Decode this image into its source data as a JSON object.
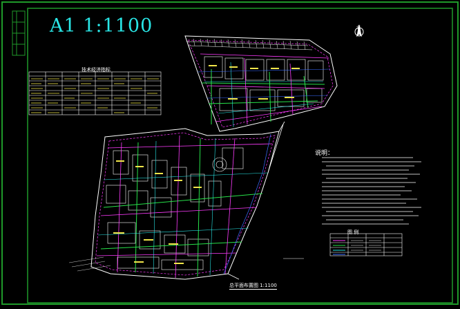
{
  "drawing": {
    "scale_title": "A1 1:1100",
    "table_title": "技术经济指标",
    "notes_title": "说明：",
    "legend_title": "图 例",
    "plan_title": "总平面布置图 1:1100",
    "north_label": "北"
  },
  "colors": {
    "frame": "#1f9a2a",
    "accent_cyan": "#29e6e6",
    "line_white": "#ffffff",
    "pipe_magenta": "#ff3cff",
    "pipe_green": "#27e34a",
    "road_blue": "#3a6bff",
    "text_yellow": "#f2e64a"
  }
}
